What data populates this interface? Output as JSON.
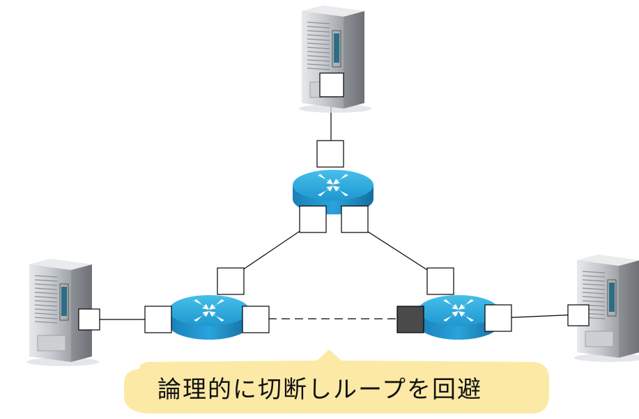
{
  "callout": {
    "text": "論理的に切断しループを回避",
    "fill": "#fde9a6"
  },
  "colors": {
    "router_top": "#28a9d9",
    "router_side": "#1f7fb6",
    "port_active": "#ffffff",
    "port_blocked": "#4a4a4a",
    "link": "#000000",
    "server_body": "#bfc2c6"
  },
  "devices": [
    {
      "id": "server-top",
      "kind": "server",
      "icon": "server-icon"
    },
    {
      "id": "server-left",
      "kind": "server",
      "icon": "server-icon"
    },
    {
      "id": "server-right",
      "kind": "server",
      "icon": "server-icon"
    },
    {
      "id": "router-top",
      "kind": "router",
      "icon": "router-icon"
    },
    {
      "id": "router-left",
      "kind": "router",
      "icon": "router-icon"
    },
    {
      "id": "router-right",
      "kind": "router",
      "icon": "router-icon"
    }
  ],
  "links": [
    {
      "from": "server-top",
      "to": "router-top",
      "state": "active"
    },
    {
      "from": "router-top",
      "to": "router-left",
      "state": "active"
    },
    {
      "from": "router-top",
      "to": "router-right",
      "state": "active"
    },
    {
      "from": "server-left",
      "to": "router-left",
      "state": "active"
    },
    {
      "from": "router-right",
      "to": "server-right",
      "state": "active"
    },
    {
      "from": "router-left",
      "to": "router-right",
      "state": "blocked"
    }
  ]
}
